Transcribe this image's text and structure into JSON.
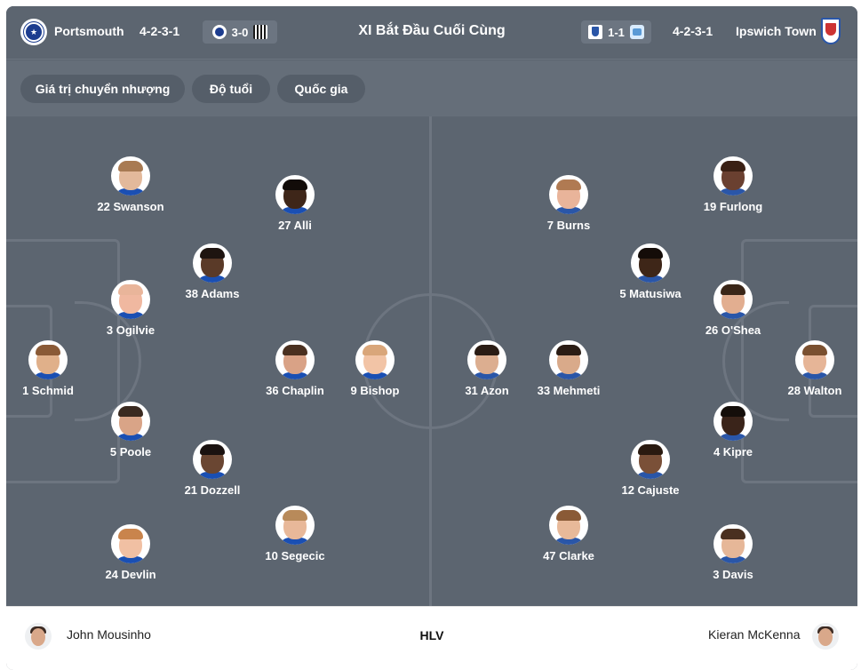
{
  "header": {
    "home_team": "Portsmouth",
    "home_formation": "4-2-3-1",
    "home_recent_score": "3-0",
    "title": "XI Bắt Đầu Cuối Cùng",
    "away_recent_score": "1-1",
    "away_formation": "4-2-3-1",
    "away_team": "Ipswich Town"
  },
  "filters": {
    "transfer_value": "Giá trị chuyển nhượng",
    "age": "Độ tuổi",
    "nationality": "Quốc gia"
  },
  "home_players": [
    {
      "label": "1 Schmid",
      "skin": "#e0b08a",
      "hair": "#8a5a36",
      "shirt": "#1a4fb3"
    },
    {
      "label": "3 Ogilvie",
      "skin": "#f0b8a0",
      "hair": "#e9b59a",
      "shirt": "#1a4fb3"
    },
    {
      "label": "5 Poole",
      "skin": "#d9a487",
      "hair": "#3a2a20",
      "shirt": "#1a4fb3"
    },
    {
      "label": "22 Swanson",
      "skin": "#e3b99b",
      "hair": "#a87a52",
      "shirt": "#1a4fb3"
    },
    {
      "label": "24 Devlin",
      "skin": "#f1c0a3",
      "hair": "#c9844c",
      "shirt": "#1a4fb3"
    },
    {
      "label": "38 Adams",
      "skin": "#5a3a28",
      "hair": "#1e1410",
      "shirt": "#1a4fb3"
    },
    {
      "label": "21 Dozzell",
      "skin": "#6a4632",
      "hair": "#1a1210",
      "shirt": "#1a4fb3"
    },
    {
      "label": "27 Alli",
      "skin": "#3e2619",
      "hair": "#120c09",
      "shirt": "#1a4fb3"
    },
    {
      "label": "36 Chaplin",
      "skin": "#d9a286",
      "hair": "#4a3020",
      "shirt": "#1a4fb3"
    },
    {
      "label": "10 Segecic",
      "skin": "#e8b899",
      "hair": "#b88a5a",
      "shirt": "#1a4fb3"
    },
    {
      "label": "9 Bishop",
      "skin": "#f2c4a6",
      "hair": "#d9a67a",
      "shirt": "#1a4fb3"
    }
  ],
  "away_players": [
    {
      "label": "28 Walton",
      "skin": "#e6b597",
      "hair": "#7a5030",
      "shirt": "#2a56a8"
    },
    {
      "label": "26 O'Shea",
      "skin": "#e2ae90",
      "hair": "#3a2618",
      "shirt": "#2a56a8"
    },
    {
      "label": "4 Kipre",
      "skin": "#3a241a",
      "hair": "#140e0a",
      "shirt": "#2a56a8"
    },
    {
      "label": "19 Furlong",
      "skin": "#6a4030",
      "hair": "#3a2014",
      "shirt": "#2a56a8"
    },
    {
      "label": "3 Davis",
      "skin": "#e6b798",
      "hair": "#4a3020",
      "shirt": "#2a56a8"
    },
    {
      "label": "5 Matusiwa",
      "skin": "#3e2618",
      "hair": "#140c08",
      "shirt": "#2a56a8"
    },
    {
      "label": "12 Cajuste",
      "skin": "#7a5038",
      "hair": "#2a1a10",
      "shirt": "#2a56a8"
    },
    {
      "label": "7 Burns",
      "skin": "#e9b49a",
      "hair": "#b07a52",
      "shirt": "#2a56a8"
    },
    {
      "label": "33 Mehmeti",
      "skin": "#d9aa8a",
      "hair": "#2a1c14",
      "shirt": "#2a56a8"
    },
    {
      "label": "47 Clarke",
      "skin": "#e8b999",
      "hair": "#8a5a36",
      "shirt": "#2a56a8"
    },
    {
      "label": "31 Azon",
      "skin": "#dcae90",
      "hair": "#2a1c14",
      "shirt": "#2a56a8"
    }
  ],
  "coaches": {
    "home": "John Mousinho",
    "label": "HLV",
    "away": "Kieran McKenna"
  }
}
